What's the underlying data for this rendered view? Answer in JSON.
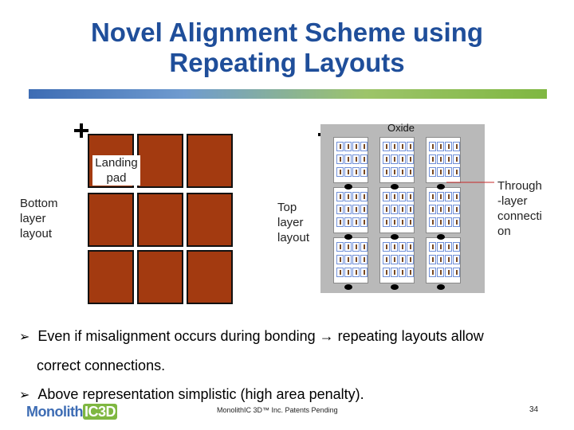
{
  "slide": {
    "title_line1": "Novel Alignment Scheme using",
    "title_line2": "Repeating Layouts"
  },
  "diagram": {
    "landing_pad_label": "Landing pad",
    "bottom_label_lines": [
      "Bottom",
      "layer",
      "layout"
    ],
    "top_label_lines": [
      "Top",
      "layer",
      "layout"
    ],
    "oxide_label": "Oxide",
    "through_label_lines": [
      "Through",
      "-layer",
      "connecti",
      "on"
    ],
    "pad_color": "#a33a10",
    "oxide_color": "#b9b9b9"
  },
  "bullets": [
    {
      "before": "Even if misalignment occurs during bonding",
      "after": "repeating layouts allow",
      "line2": "correct connections."
    },
    {
      "text": "Above representation simplistic (high area penalty)."
    }
  ],
  "footer": {
    "logo_part1": "Monolith",
    "logo_part2": "IC3D",
    "center": "MonolithIC 3D™ Inc. Patents Pending",
    "page": "34"
  },
  "colors": {
    "title": "#1f4e9a",
    "bar_start": "#3d6cb4",
    "bar_end": "#7fb741"
  }
}
